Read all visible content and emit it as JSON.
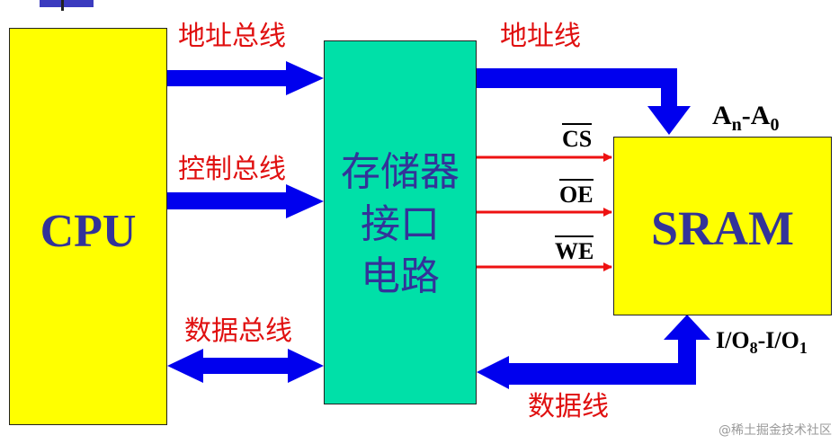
{
  "blocks": {
    "cpu": {
      "label": "CPU"
    },
    "interface": {
      "label_line1": "存储器",
      "label_line2": "接口",
      "label_line3": "电路"
    },
    "sram": {
      "label": "SRAM"
    }
  },
  "buses": {
    "address_bus": "地址总线",
    "control_bus": "控制总线",
    "data_bus": "数据总线",
    "address_line": "地址线",
    "data_line": "数据线"
  },
  "signals": {
    "cs": "CS",
    "oe": "OE",
    "we": "WE"
  },
  "pins": {
    "addr_a": "A",
    "addr_n": "n",
    "addr_dash": "-A",
    "addr_0": "0",
    "io_a": "I/O",
    "io_8": "8",
    "io_dash": "-I/O",
    "io_1": "1"
  },
  "watermark": "@稀土掘金技术社区",
  "colors": {
    "cpu_fill": "#ffff00",
    "interface_fill": "#00e0a8",
    "sram_fill": "#ffff00",
    "bus_arrow": "#0000ee",
    "control_line": "#ee1111",
    "block_text": "#333399"
  }
}
